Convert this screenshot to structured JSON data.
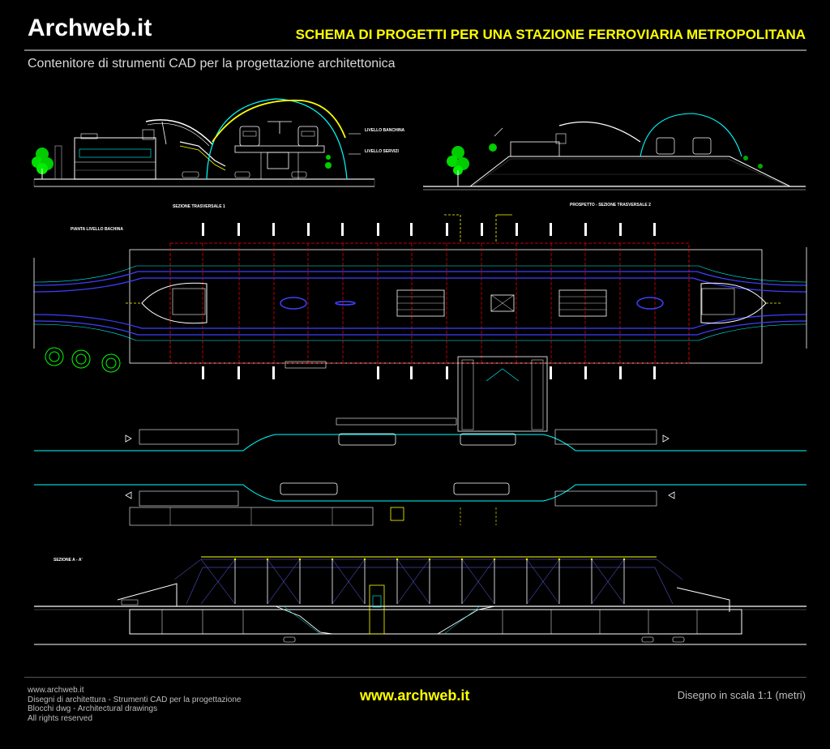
{
  "header": {
    "logo": "Archweb.it",
    "title": "SCHEMA DI PROGETTI PER UNA STAZIONE FERROVIARIA METROPOLITANA",
    "subtitle": "Contenitore di strumenti CAD per la progettazione architettonica"
  },
  "drawing_labels": {
    "livello_banchina": "LIVELLO BANCHINA",
    "livello_servizi": "LIVELLO SERVIZI",
    "sezione_trasversale_1": "SEZIONE  TRASVERSALE  1",
    "prospetto_sezione_2": "PROSPETTO - SEZIONE  TRASVERSALE  2",
    "pianta_livello": "PIANTA LIVELLO BACHINA",
    "sezione_aa": "SEZIONE A - A'"
  },
  "footer": {
    "line1": "www.archweb.it",
    "line2": "Disegni di architettura - Strumenti CAD  per la progettazione",
    "line3": "Blocchi dwg - Architectural drawings",
    "line4": "All rights reserved",
    "url": "www.archweb.it",
    "scale": "Disegno in scala 1:1 (metri)"
  },
  "colors": {
    "background": "#000000",
    "accent": "#ffff00",
    "cad_white": "#ffffff",
    "cad_cyan": "#00ffff",
    "cad_blue": "#3f3fff",
    "cad_red": "#ff0000",
    "cad_green": "#00ff00"
  }
}
